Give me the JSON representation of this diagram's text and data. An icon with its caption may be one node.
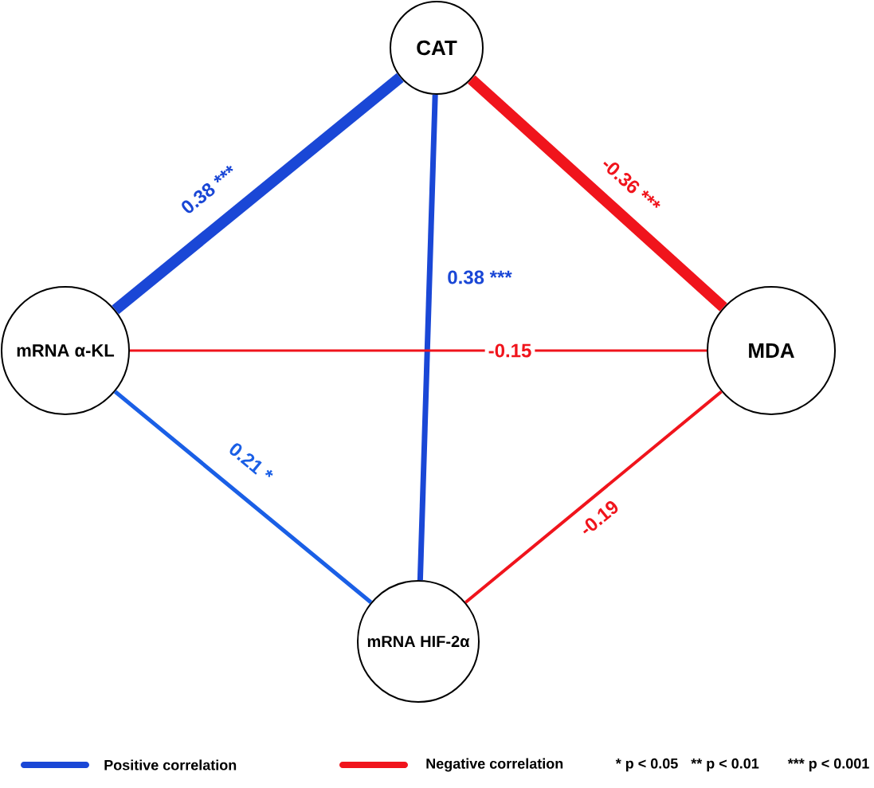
{
  "diagram": {
    "nodes": [
      {
        "text": [
          "CAT"
        ]
      },
      {
        "text": [
          "mRNA α-KL"
        ]
      },
      {
        "text": [
          "MDA"
        ]
      },
      {
        "text": [
          "mRNA HIF-2α"
        ]
      }
    ],
    "edges": [
      {
        "from": 1,
        "to": 0,
        "arrow": "none",
        "label": "0.38 ***",
        "style": "thick",
        "color": "#1a47d6"
      },
      {
        "from": 0,
        "to": 2,
        "arrow": "none",
        "label": "-0.36 ***",
        "style": "thick",
        "color": "#f0141c"
      },
      {
        "from": 0,
        "to": 3,
        "arrow": "none",
        "label": "0.38 ***",
        "color": "#1a47d6"
      },
      {
        "from": 1,
        "to": 2,
        "arrow": "none",
        "label": "-0.15",
        "color": "#f0141c"
      },
      {
        "from": 1,
        "to": 3,
        "arrow": "none",
        "label": "0.21 *",
        "color": "#1a5fe6"
      },
      {
        "from": 2,
        "to": 3,
        "arrow": "none",
        "label": "-0.19",
        "color": "#f0141c"
      }
    ],
    "labels": [
      "* p < 0.05",
      "** p < 0.01",
      "*** p < 0.001"
    ],
    "legend": [
      {
        "text": "Positive correlation",
        "color": "#1a47d6"
      },
      {
        "text": "Negative correlation",
        "color": "#f0141c"
      }
    ]
  }
}
